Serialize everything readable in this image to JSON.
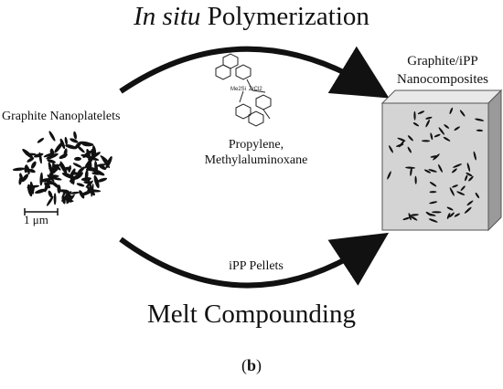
{
  "title_top": {
    "italic": "In situ",
    "rest": " Polymerization"
  },
  "title_bottom": "Melt Compounding",
  "left_label": "Graphite Nanoplatelets",
  "scale_label": "1 μm",
  "catalyst": {
    "line1": "Propylene,",
    "line2": "Methylaluminoxane"
  },
  "pellets_label": "iPP Pellets",
  "right_label": {
    "line1": "Graphite/iPP",
    "line2": "Nanocomposites"
  },
  "caption": {
    "open": "(",
    "bold": "b",
    "close": ")"
  },
  "molecule_labels": {
    "metal_left": "Me2Si",
    "metal_right": "ZrCl2"
  },
  "colors": {
    "ink": "#111111",
    "box_front": "#d4d4d4",
    "box_top": "#e9e9e9",
    "box_side": "#9a9a9a"
  }
}
